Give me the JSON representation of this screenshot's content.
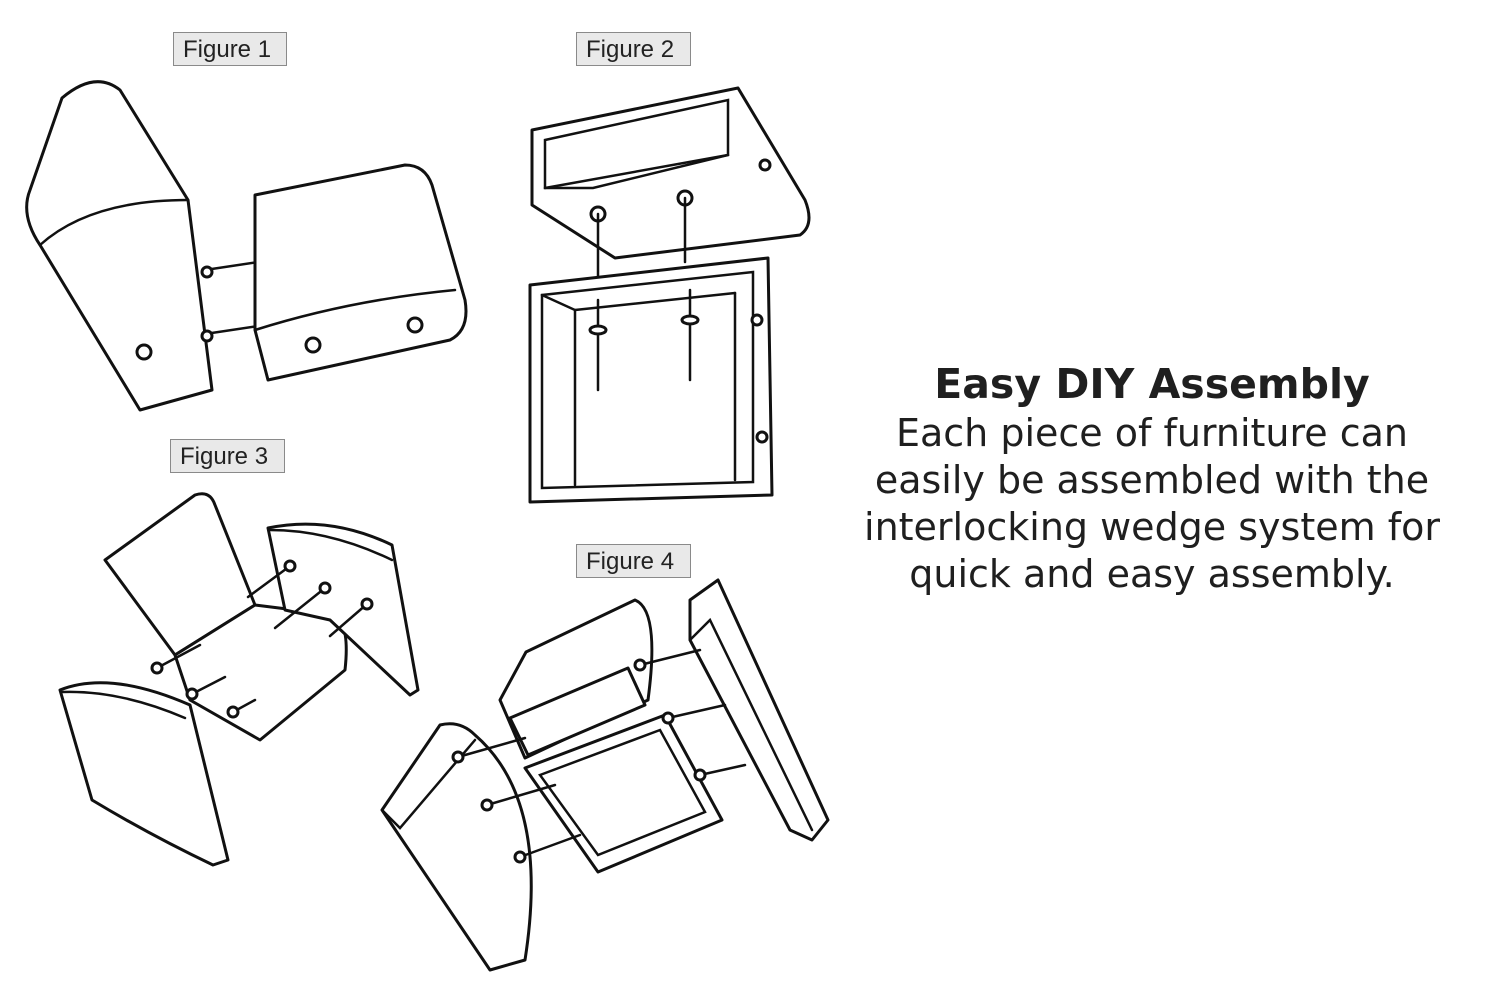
{
  "figures": [
    {
      "label": "Figure 1"
    },
    {
      "label": "Figure 2"
    },
    {
      "label": "Figure 3"
    },
    {
      "label": "Figure 4"
    }
  ],
  "info": {
    "title": "Easy DIY Assembly",
    "body": "Each piece of furniture can easily be assembled with the interlocking wedge system for quick and easy assembly."
  }
}
